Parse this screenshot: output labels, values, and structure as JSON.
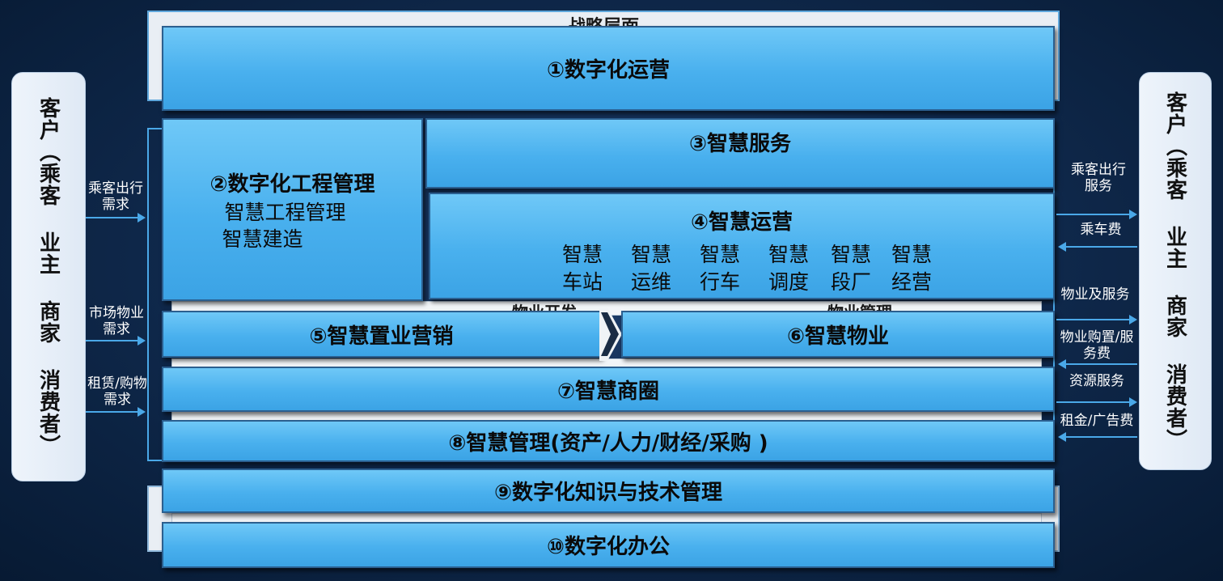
{
  "client_left": "客户（乘客 业主 商家 消费者）",
  "client_right": "客户（乘客 业主 商家 消费者）",
  "background_layers": {
    "strategy_title": "战略层面",
    "property_dev": "物业开发",
    "property_mgmt": "物业管理"
  },
  "left_flows": [
    {
      "label": "乘客出行需求"
    },
    {
      "label": "市场物业需求"
    },
    {
      "label": "租赁/购物需求"
    }
  ],
  "right_flows": [
    {
      "label": "乘客出行服务",
      "direction": "out"
    },
    {
      "label": "乘车费",
      "direction": "in"
    },
    {
      "label": "物业及服务",
      "direction": "out"
    },
    {
      "label": "物业购置/服务费",
      "direction": "in"
    },
    {
      "label": "资源服务",
      "direction": "out"
    },
    {
      "label": "租金/广告费",
      "direction": "in"
    }
  ],
  "bars": {
    "b1": "①数字化运营",
    "b2": {
      "title": "②数字化工程管理",
      "items": [
        "智慧工程管理",
        "智慧建造"
      ]
    },
    "b3": "③智慧服务",
    "b4": {
      "title": "④智慧运营",
      "items": [
        [
          "智慧",
          "车站"
        ],
        [
          "智慧",
          "运维"
        ],
        [
          "智慧",
          "行车"
        ],
        [
          "智慧",
          "调度"
        ],
        [
          "智慧",
          "段厂"
        ],
        [
          "智慧",
          "经营"
        ]
      ]
    },
    "b5": "⑤智慧置业营销",
    "b6": "⑥智慧物业",
    "b7": "⑦智慧商圈",
    "b8": "⑧智慧管理(资产/人力/财经/采购 )",
    "b9": "⑨数字化知识与技术管理",
    "b10": "⑩数字化办公"
  },
  "colors": {
    "bar": "#49b0ee",
    "arrow": "#4aa8e8",
    "background": "#102a4e"
  }
}
